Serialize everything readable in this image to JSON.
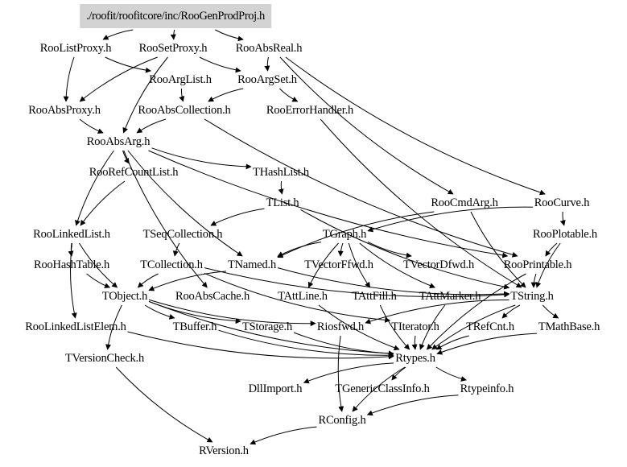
{
  "diagram": {
    "type": "include-dependency-graph",
    "root": "./roofit/roofitcore/inc/RooGenProdProj.h",
    "nodes": [
      {
        "id": "root",
        "label": "./roofit/roofitcore/inc/RooGenProdProj.h",
        "highlight": true
      },
      {
        "id": "RooListProxy",
        "label": "RooListProxy.h"
      },
      {
        "id": "RooSetProxy",
        "label": "RooSetProxy.h"
      },
      {
        "id": "RooAbsReal",
        "label": "RooAbsReal.h"
      },
      {
        "id": "RooArgList",
        "label": "RooArgList.h"
      },
      {
        "id": "RooArgSet",
        "label": "RooArgSet.h"
      },
      {
        "id": "RooAbsProxy",
        "label": "RooAbsProxy.h"
      },
      {
        "id": "RooAbsCollection",
        "label": "RooAbsCollection.h"
      },
      {
        "id": "RooErrorHandler",
        "label": "RooErrorHandler.h"
      },
      {
        "id": "RooAbsArg",
        "label": "RooAbsArg.h"
      },
      {
        "id": "RooRefCountList",
        "label": "RooRefCountList.h"
      },
      {
        "id": "THashList",
        "label": "THashList.h"
      },
      {
        "id": "TList",
        "label": "TList.h"
      },
      {
        "id": "RooCmdArg",
        "label": "RooCmdArg.h"
      },
      {
        "id": "RooCurve",
        "label": "RooCurve.h"
      },
      {
        "id": "RooLinkedList",
        "label": "RooLinkedList.h"
      },
      {
        "id": "TSeqCollection",
        "label": "TSeqCollection.h"
      },
      {
        "id": "TGraph",
        "label": "TGraph.h"
      },
      {
        "id": "RooPlotable",
        "label": "RooPlotable.h"
      },
      {
        "id": "RooHashTable",
        "label": "RooHashTable.h"
      },
      {
        "id": "TCollection",
        "label": "TCollection.h"
      },
      {
        "id": "TNamed",
        "label": "TNamed.h"
      },
      {
        "id": "TVectorFfwd",
        "label": "TVectorFfwd.h"
      },
      {
        "id": "TVectorDfwd",
        "label": "TVectorDfwd.h"
      },
      {
        "id": "RooPrintable",
        "label": "RooPrintable.h"
      },
      {
        "id": "TObject",
        "label": "TObject.h"
      },
      {
        "id": "RooAbsCache",
        "label": "RooAbsCache.h"
      },
      {
        "id": "TAttLine",
        "label": "TAttLine.h"
      },
      {
        "id": "TAttFill",
        "label": "TAttFill.h"
      },
      {
        "id": "TAttMarker",
        "label": "TAttMarker.h"
      },
      {
        "id": "TString",
        "label": "TString.h"
      },
      {
        "id": "RooLinkedListElem",
        "label": "RooLinkedListElem.h"
      },
      {
        "id": "TBuffer",
        "label": "TBuffer.h"
      },
      {
        "id": "TStorage",
        "label": "TStorage.h"
      },
      {
        "id": "Riosfwd",
        "label": "Riosfwd.h"
      },
      {
        "id": "TIterator",
        "label": "TIterator.h"
      },
      {
        "id": "TRefCnt",
        "label": "TRefCnt.h"
      },
      {
        "id": "TMathBase",
        "label": "TMathBase.h"
      },
      {
        "id": "TVersionCheck",
        "label": "TVersionCheck.h"
      },
      {
        "id": "Rtypes",
        "label": "Rtypes.h"
      },
      {
        "id": "DllImport",
        "label": "DllImport.h"
      },
      {
        "id": "TGenericClassInfo",
        "label": "TGenericClassInfo.h"
      },
      {
        "id": "Rtypeinfo",
        "label": "Rtypeinfo.h"
      },
      {
        "id": "RConfig",
        "label": "RConfig.h"
      },
      {
        "id": "RVersion",
        "label": "RVersion.h"
      }
    ],
    "edges": [
      [
        "root",
        "RooListProxy"
      ],
      [
        "root",
        "RooSetProxy"
      ],
      [
        "root",
        "RooAbsReal"
      ],
      [
        "RooListProxy",
        "RooAbsProxy"
      ],
      [
        "RooListProxy",
        "RooArgList"
      ],
      [
        "RooSetProxy",
        "RooAbsProxy"
      ],
      [
        "RooSetProxy",
        "RooArgSet"
      ],
      [
        "RooSetProxy",
        "RooAbsArg"
      ],
      [
        "RooAbsReal",
        "RooArgSet"
      ],
      [
        "RooAbsReal",
        "RooCurve"
      ],
      [
        "RooAbsReal",
        "RooCmdArg"
      ],
      [
        "RooArgList",
        "RooAbsCollection"
      ],
      [
        "RooArgSet",
        "RooAbsCollection"
      ],
      [
        "RooArgSet",
        "RooErrorHandler"
      ],
      [
        "RooAbsProxy",
        "RooAbsArg"
      ],
      [
        "RooAbsCollection",
        "RooAbsArg"
      ],
      [
        "RooAbsCollection",
        "RooPrintable"
      ],
      [
        "RooErrorHandler",
        "TString"
      ],
      [
        "RooAbsArg",
        "RooRefCountList"
      ],
      [
        "RooAbsArg",
        "THashList"
      ],
      [
        "RooAbsArg",
        "TNamed"
      ],
      [
        "RooAbsArg",
        "RooPrintable"
      ],
      [
        "RooAbsArg",
        "RooLinkedList"
      ],
      [
        "RooAbsArg",
        "RooAbsCache"
      ],
      [
        "RooRefCountList",
        "RooLinkedList"
      ],
      [
        "THashList",
        "TList"
      ],
      [
        "TList",
        "TSeqCollection"
      ],
      [
        "TList",
        "TString"
      ],
      [
        "RooCmdArg",
        "TNamed"
      ],
      [
        "RooCmdArg",
        "TString"
      ],
      [
        "RooCurve",
        "RooPlotable"
      ],
      [
        "RooCurve",
        "TGraph"
      ],
      [
        "RooPlotable",
        "RooPrintable"
      ],
      [
        "RooPlotable",
        "TString"
      ],
      [
        "RooLinkedList",
        "RooHashTable"
      ],
      [
        "RooLinkedList",
        "TObject"
      ],
      [
        "RooLinkedList",
        "RooLinkedListElem"
      ],
      [
        "TSeqCollection",
        "TCollection"
      ],
      [
        "RooHashTable",
        "TObject"
      ],
      [
        "TCollection",
        "TObject"
      ],
      [
        "TCollection",
        "TIterator"
      ],
      [
        "TCollection",
        "TString"
      ],
      [
        "TNamed",
        "TString"
      ],
      [
        "TNamed",
        "TObject"
      ],
      [
        "TGraph",
        "TVectorFfwd"
      ],
      [
        "TGraph",
        "TVectorDfwd"
      ],
      [
        "TGraph",
        "TNamed"
      ],
      [
        "TGraph",
        "TAttLine"
      ],
      [
        "TGraph",
        "TAttFill"
      ],
      [
        "TGraph",
        "TAttMarker"
      ],
      [
        "RooPrintable",
        "TString"
      ],
      [
        "RooPrintable",
        "Rtypes"
      ],
      [
        "TObject",
        "Rtypes"
      ],
      [
        "TObject",
        "TStorage"
      ],
      [
        "TObject",
        "Riosfwd"
      ],
      [
        "TObject",
        "TVersionCheck"
      ],
      [
        "TObject",
        "TBuffer"
      ],
      [
        "TAttLine",
        "Rtypes"
      ],
      [
        "TAttFill",
        "Rtypes"
      ],
      [
        "TAttMarker",
        "Rtypes"
      ],
      [
        "TString",
        "TRefCnt"
      ],
      [
        "TString",
        "TMathBase"
      ],
      [
        "TString",
        "Riosfwd"
      ],
      [
        "TString",
        "Rtypes"
      ],
      [
        "RooLinkedListElem",
        "Rtypes"
      ],
      [
        "TBuffer",
        "Rtypes"
      ],
      [
        "TStorage",
        "Rtypes"
      ],
      [
        "Riosfwd",
        "RConfig"
      ],
      [
        "TIterator",
        "Rtypes"
      ],
      [
        "TRefCnt",
        "Rtypes"
      ],
      [
        "TMathBase",
        "Rtypes"
      ],
      [
        "TVersionCheck",
        "RVersion"
      ],
      [
        "Rtypes",
        "DllImport"
      ],
      [
        "Rtypes",
        "TGenericClassInfo"
      ],
      [
        "Rtypes",
        "Rtypeinfo"
      ],
      [
        "Rtypes",
        "RConfig"
      ],
      [
        "Rtypeinfo",
        "RConfig"
      ],
      [
        "RConfig",
        "RVersion"
      ]
    ]
  }
}
